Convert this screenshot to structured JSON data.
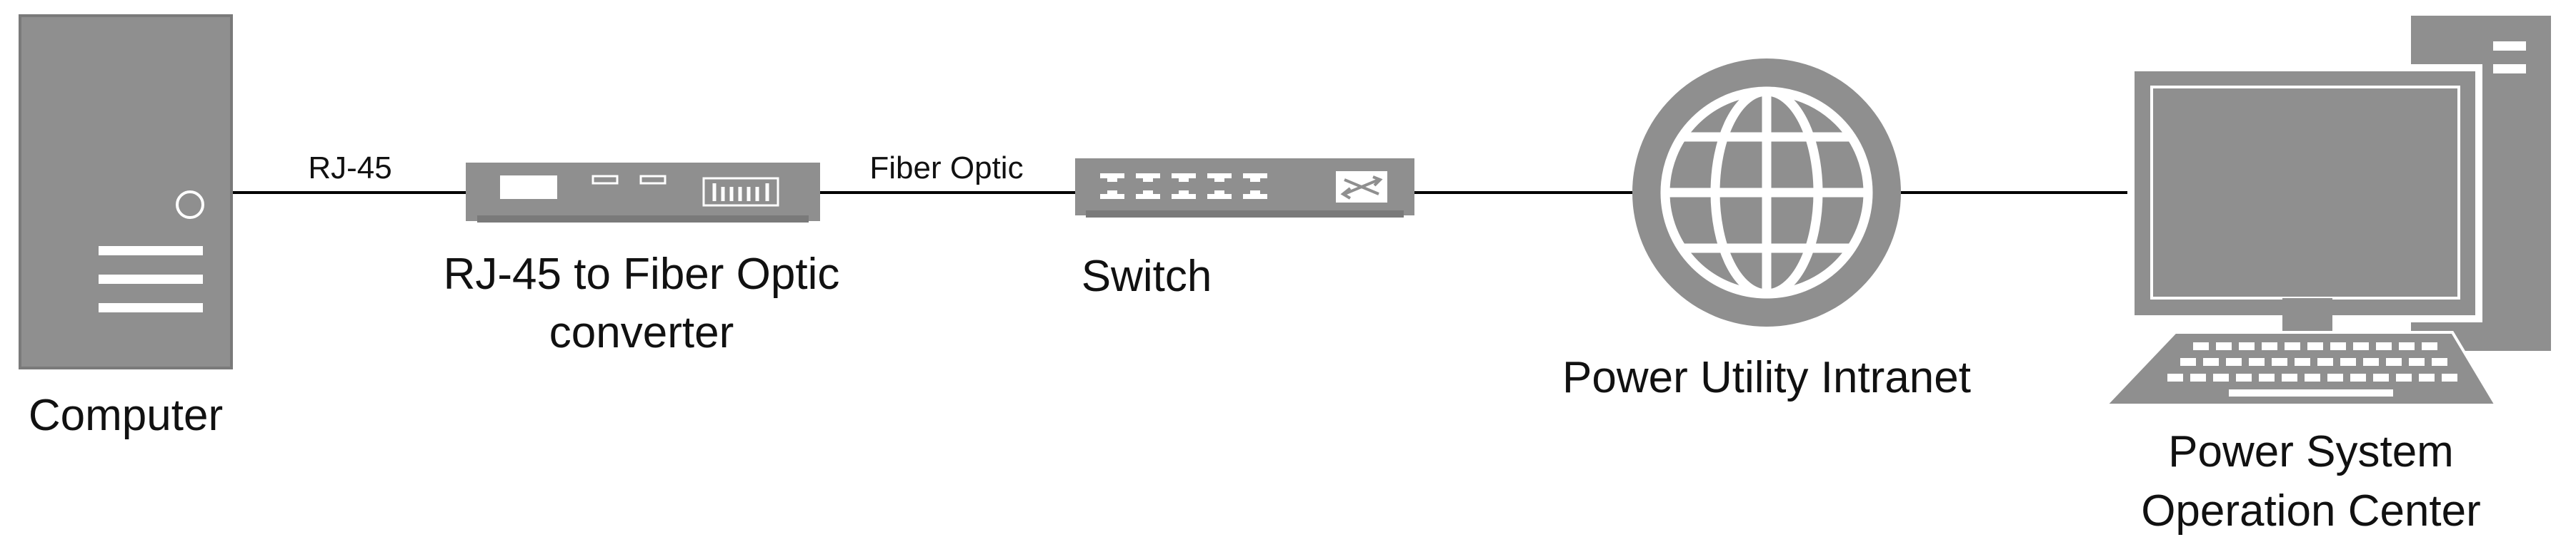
{
  "nodes": {
    "computer": {
      "label": "Computer"
    },
    "converter": {
      "label_line1": "RJ-45 to Fiber Optic",
      "label_line2": "converter"
    },
    "switch": {
      "label": "Switch"
    },
    "intranet": {
      "label": "Power Utility Intranet"
    },
    "operation_center": {
      "label_line1": "Power System",
      "label_line2": "Operation Center"
    }
  },
  "links": {
    "computer_to_converter": {
      "label": "RJ-45"
    },
    "converter_to_switch": {
      "label": "Fiber Optic"
    }
  },
  "colors": {
    "device_fill": "#8f8f8f",
    "device_dark": "#7a7a7a",
    "detail_white": "#ffffff",
    "line": "#000000",
    "text": "#111111"
  }
}
